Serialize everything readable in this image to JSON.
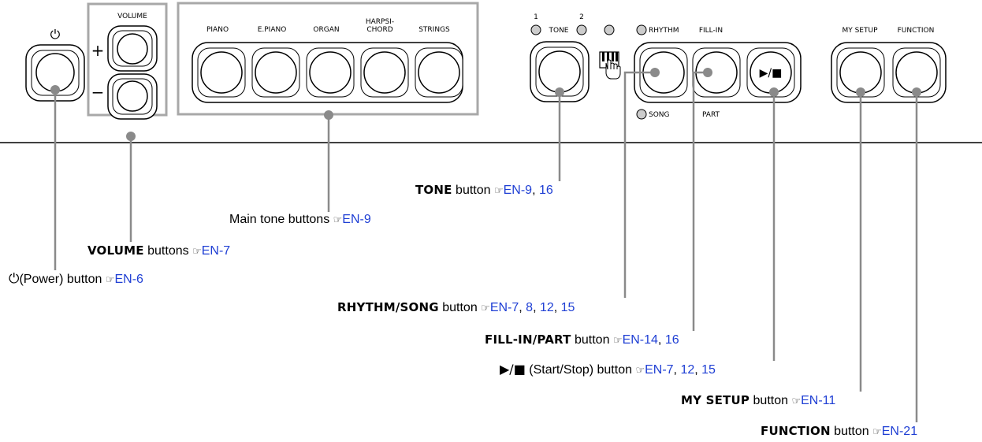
{
  "panel": {
    "volume_header": "VOLUME",
    "vol_plus": "+",
    "vol_minus": "−",
    "tone_headers": [
      "PIANO",
      "E.PIANO",
      "ORGAN",
      "HARPSI-",
      "CHORD",
      "STRINGS"
    ],
    "tone_1": "1",
    "tone_2": "2",
    "tone_label": "TONE",
    "rhythm_label": "RHYTHM",
    "song_label": "SONG",
    "fillin_label": "FILL-IN",
    "part_label": "PART",
    "mysetup_label": "MY SETUP",
    "function_label": "FUNCTION",
    "startstop_glyph": "▶/■"
  },
  "callouts": {
    "tone": {
      "name": "TONE",
      "text": " button ",
      "hand": "☞",
      "refs": [
        "EN-9",
        ", ",
        "16"
      ]
    },
    "main_tone": {
      "text": "Main tone buttons ",
      "hand": "☞",
      "ref": "EN-9"
    },
    "volume": {
      "name": "VOLUME",
      "text": " buttons ",
      "hand": "☞",
      "ref": "EN-7"
    },
    "power": {
      "symbol": "⏻",
      "text": "(Power) button ",
      "hand": "☞",
      "ref": "EN-6"
    },
    "rhythm": {
      "name": "RHYTHM/SONG",
      "text": " button ",
      "hand": "☞",
      "refs": [
        "EN-7",
        ", ",
        "8",
        ", ",
        "12",
        ", ",
        "15"
      ]
    },
    "fillin": {
      "name": "FILL-IN/PART",
      "text": " button ",
      "hand": "☞",
      "refs": [
        "EN-14",
        ", ",
        "16"
      ]
    },
    "startstop": {
      "symbol": "▶/■",
      "text": " (Start/Stop) button ",
      "hand": "☞",
      "refs": [
        "EN-7",
        ", ",
        "12",
        ", ",
        "15"
      ]
    },
    "mysetup": {
      "name": "MY SETUP",
      "text": " button ",
      "hand": "☞",
      "ref": "EN-11"
    },
    "function": {
      "name": "FUNCTION",
      "text": " button ",
      "hand": "☞",
      "ref": "EN-21"
    }
  }
}
